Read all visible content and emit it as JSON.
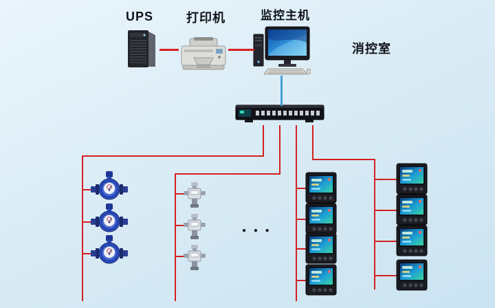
{
  "labels": {
    "ups": "UPS",
    "printer": "打印机",
    "host": "监控主机",
    "control_room": "消控室",
    "ellipsis": "● ● ●"
  },
  "icons": {
    "ups": "ups-tower-icon",
    "printer": "printer-icon",
    "host": "host-computer-icon",
    "collector": "switch-rack-icon",
    "water_meter": "water-meter-icon",
    "sensor": "sensor-transmitter-icon",
    "power_meter": "power-meter-icon"
  },
  "colors": {
    "background": "#dcedf6",
    "wire_red": "#d42020",
    "wire_blue": "#45a0d8"
  }
}
